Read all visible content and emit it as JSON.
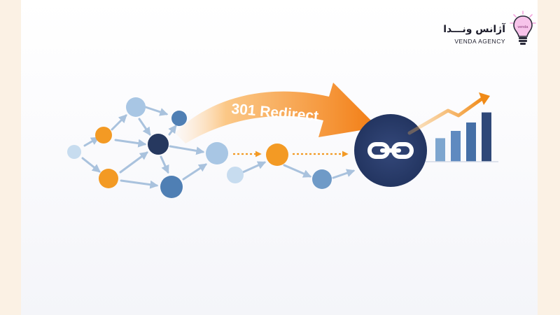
{
  "logo": {
    "name_fa": "آژانس ونـــدا",
    "name_en": "VENDA AGENCY",
    "bulb_text": "venda"
  },
  "redirect": {
    "label": "301 Redirect"
  },
  "chart_bars": [
    0.42,
    0.55,
    0.7,
    0.88
  ],
  "colors": {
    "orange": "#f39a24",
    "navy": "#26385f",
    "mid_blue": "#4f7fb4",
    "light_blue": "#a8c6e4",
    "bulb_pink": "#f3a4de"
  },
  "icons": {
    "link": "link-icon",
    "bulb": "lightbulb-icon",
    "trend": "trend-arrow-icon"
  }
}
